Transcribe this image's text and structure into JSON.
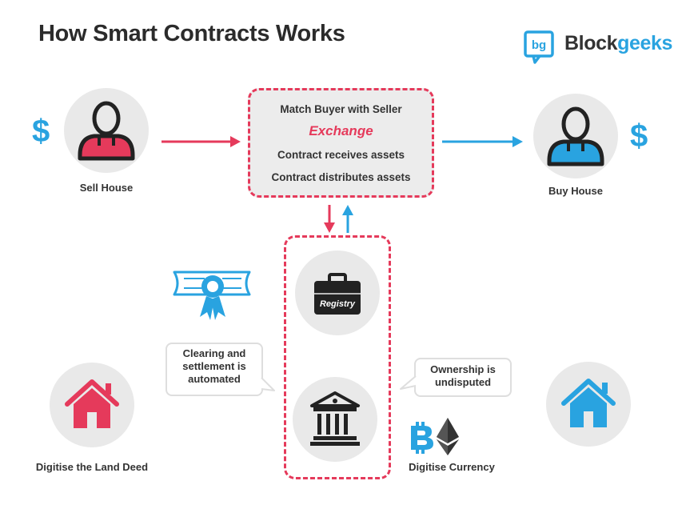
{
  "title": "How Smart Contracts Works",
  "brand": {
    "name_part1": "Block",
    "name_part2": "geeks",
    "logo_icon": "bg-speech-logo-icon",
    "accent_color": "#29a3e0"
  },
  "seller": {
    "label": "Sell House",
    "symbol": "$",
    "icon": "person-icon",
    "color": "#e53a5b"
  },
  "buyer": {
    "label": "Buy House",
    "symbol": "$",
    "icon": "person-icon",
    "color": "#29a3e0"
  },
  "exchange_box": {
    "lines": [
      "Match Buyer with Seller",
      "Exchange",
      "Contract receives assets",
      "Contract distributes assets"
    ]
  },
  "registry": {
    "label": "Registry",
    "icon": "briefcase-icon"
  },
  "bank": {
    "icon": "bank-icon"
  },
  "certificate": {
    "icon": "certificate-ribbon-icon"
  },
  "bubbles": {
    "left": [
      "Clearing and",
      "settlement is",
      "automated"
    ],
    "right": [
      "Ownership is",
      "undisputed"
    ]
  },
  "land_deed": {
    "label": "Digitise the Land Deed",
    "icon": "house-icon",
    "color": "#e53a5b"
  },
  "currency": {
    "label": "Digitise Currency",
    "icons": [
      "bitcoin-icon",
      "ethereum-icon"
    ],
    "color": "#29a3e0"
  },
  "colors": {
    "red": "#e53a5b",
    "blue": "#29a3e0",
    "circle_bg": "#e9e9e9"
  }
}
